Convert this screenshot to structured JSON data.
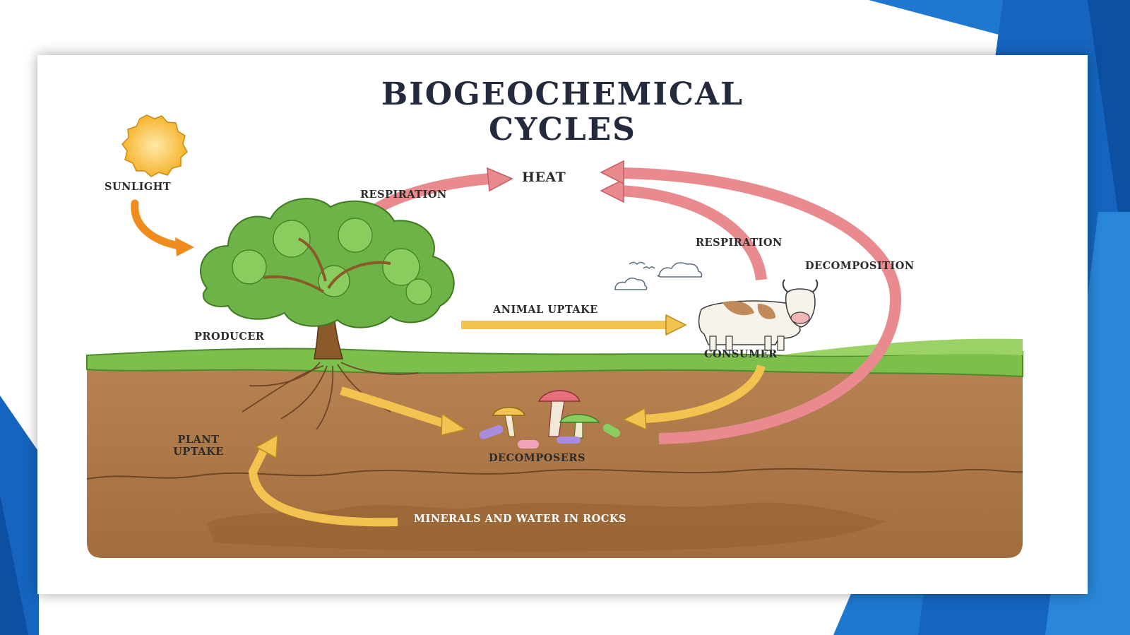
{
  "title": {
    "line1": "BIOGEOCHEMICAL",
    "line2": "CYCLES"
  },
  "labels": {
    "sunlight": "SUNLIGHT",
    "respiration_plant": "RESPIRATION",
    "heat": "HEAT",
    "respiration_animal": "RESPIRATION",
    "decomposition": "DECOMPOSITION",
    "animal_uptake": "ANIMAL UPTAKE",
    "producer": "PRODUCER",
    "consumer": "CONSUMER",
    "plant_uptake_line1": "PLANT",
    "plant_uptake_line2": "UPTAKE",
    "decomposers": "DECOMPOSERS",
    "minerals": "MINERALS AND WATER IN ROCKS"
  },
  "colors": {
    "background_blue": "#1565c0",
    "title": "#232a3d",
    "sun": "#f7b733",
    "sun_arrow": "#f08c1e",
    "heat_arrows": "#e98a8f",
    "uptake_arrows": "#f4c24f",
    "grass": "#7cbf4a",
    "soil_top": "#b07a4a",
    "soil_bottom": "#a06c40",
    "tree_leaves": "#6db347",
    "trunk": "#8b5a2b"
  },
  "icons": [
    "sun-icon",
    "tree-icon",
    "cow-icon",
    "cloud-icon",
    "bird-icon",
    "mushroom-icon"
  ]
}
